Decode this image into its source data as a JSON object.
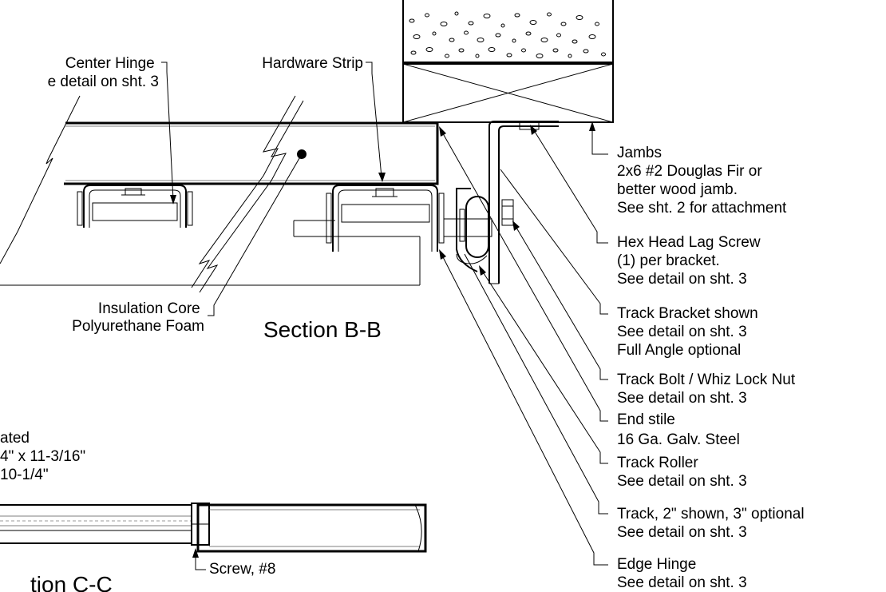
{
  "section_bb": {
    "title": "Section B-B"
  },
  "section_cc": {
    "title_fragment": "tion C-C"
  },
  "callouts": {
    "center_hinge": [
      "Center Hinge",
      "e detail on sht. 3"
    ],
    "hardware_strip": [
      "Hardware Strip"
    ],
    "insulation_core": [
      "Insulation Core",
      "Polyurethane Foam"
    ],
    "jambs": [
      "Jambs",
      "2x6 #2 Douglas Fir or",
      "better wood jamb.",
      "See sht. 2 for attachment"
    ],
    "hex_head_lag_screw": [
      "Hex Head Lag Screw",
      "(1) per bracket.",
      "See detail on sht. 3"
    ],
    "track_bracket": [
      "Track Bracket shown",
      "See detail on sht. 3",
      "Full Angle optional"
    ],
    "track_bolt": [
      "Track Bolt / Whiz Lock Nut",
      "See detail on sht. 3"
    ],
    "end_stile": [
      "End stile",
      "16 Ga. Galv. Steel"
    ],
    "track_roller": [
      "Track Roller",
      "See detail on sht. 3"
    ],
    "track": [
      "Track, 2\" shown, 3\" optional",
      "See detail on sht. 3"
    ],
    "edge_hinge": [
      "Edge Hinge",
      "See detail on sht. 3"
    ],
    "corrugated": [
      "ated",
      "4\" x 11-3/16\"",
      "10-1/4\""
    ],
    "screw": [
      "Screw, #8"
    ]
  }
}
